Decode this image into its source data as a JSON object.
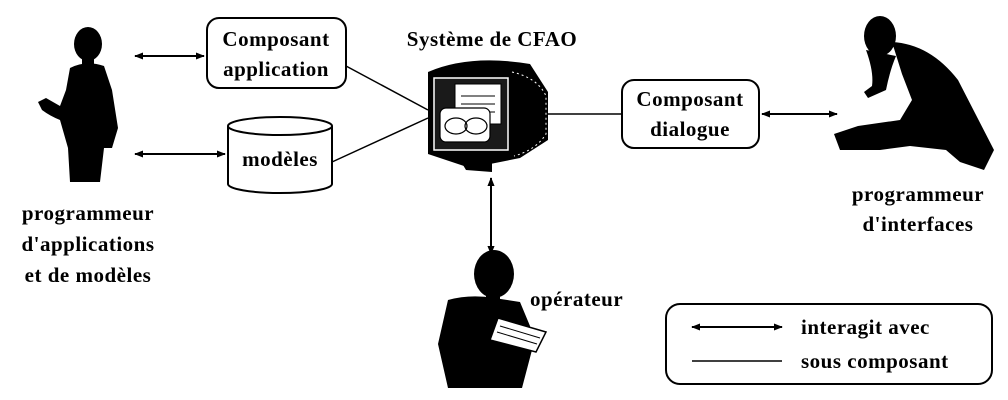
{
  "system": {
    "title": "Système de CFAO"
  },
  "components": {
    "application": {
      "line1": "Composant",
      "line2": "application"
    },
    "models": {
      "label": "modèles"
    },
    "dialogue": {
      "line1": "Composant",
      "line2": "dialogue"
    }
  },
  "actors": {
    "app_programmer": {
      "line1": "programmeur",
      "line2": "d'applications",
      "line3": "et de modèles"
    },
    "interface_programmer": {
      "line1": "programmeur",
      "line2": "d'interfaces"
    },
    "operator": {
      "label": "opérateur"
    }
  },
  "legend": {
    "interacts": "interagit avec",
    "subcomponent": "sous composant"
  }
}
